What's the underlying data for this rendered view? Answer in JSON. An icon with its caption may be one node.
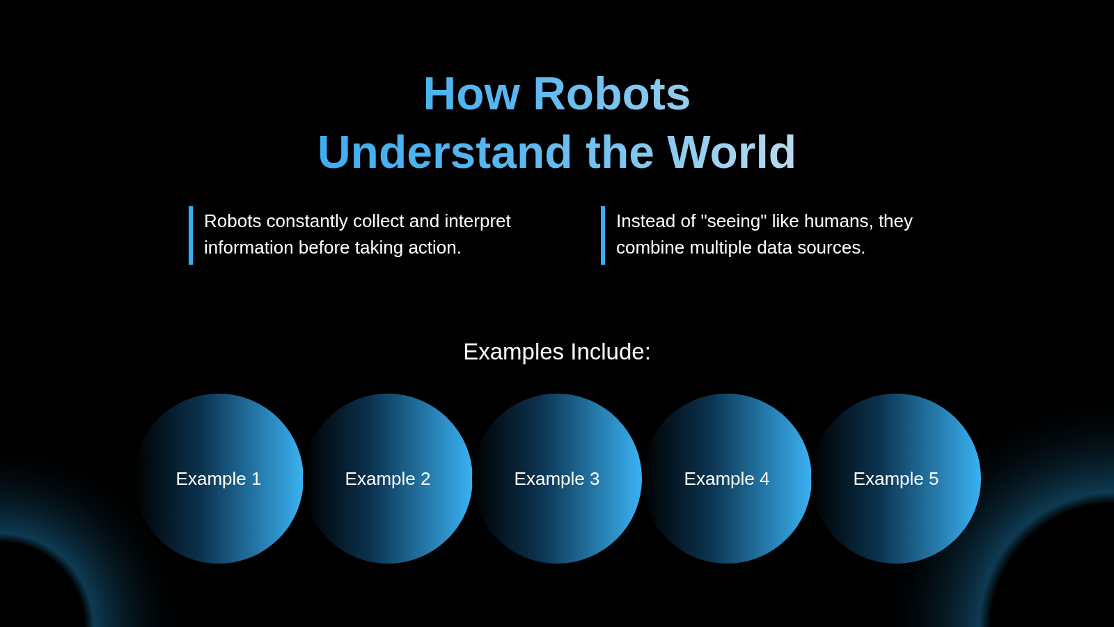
{
  "diagram": {
    "title": "How Robots Understand the World",
    "nodes": [
      {
        "text": [
          "Example 1"
        ]
      },
      {
        "text": [
          "Example 2"
        ]
      },
      {
        "text": [
          "Example 3"
        ]
      },
      {
        "text": [
          "Example 4"
        ]
      },
      {
        "text": [
          "Example 5"
        ]
      }
    ],
    "labels": [
      "Robots constantly collect and interpret information before taking action.",
      "Instead of \"seeing\" like humans, they combine multiple data sources.",
      "Examples Include:"
    ]
  }
}
